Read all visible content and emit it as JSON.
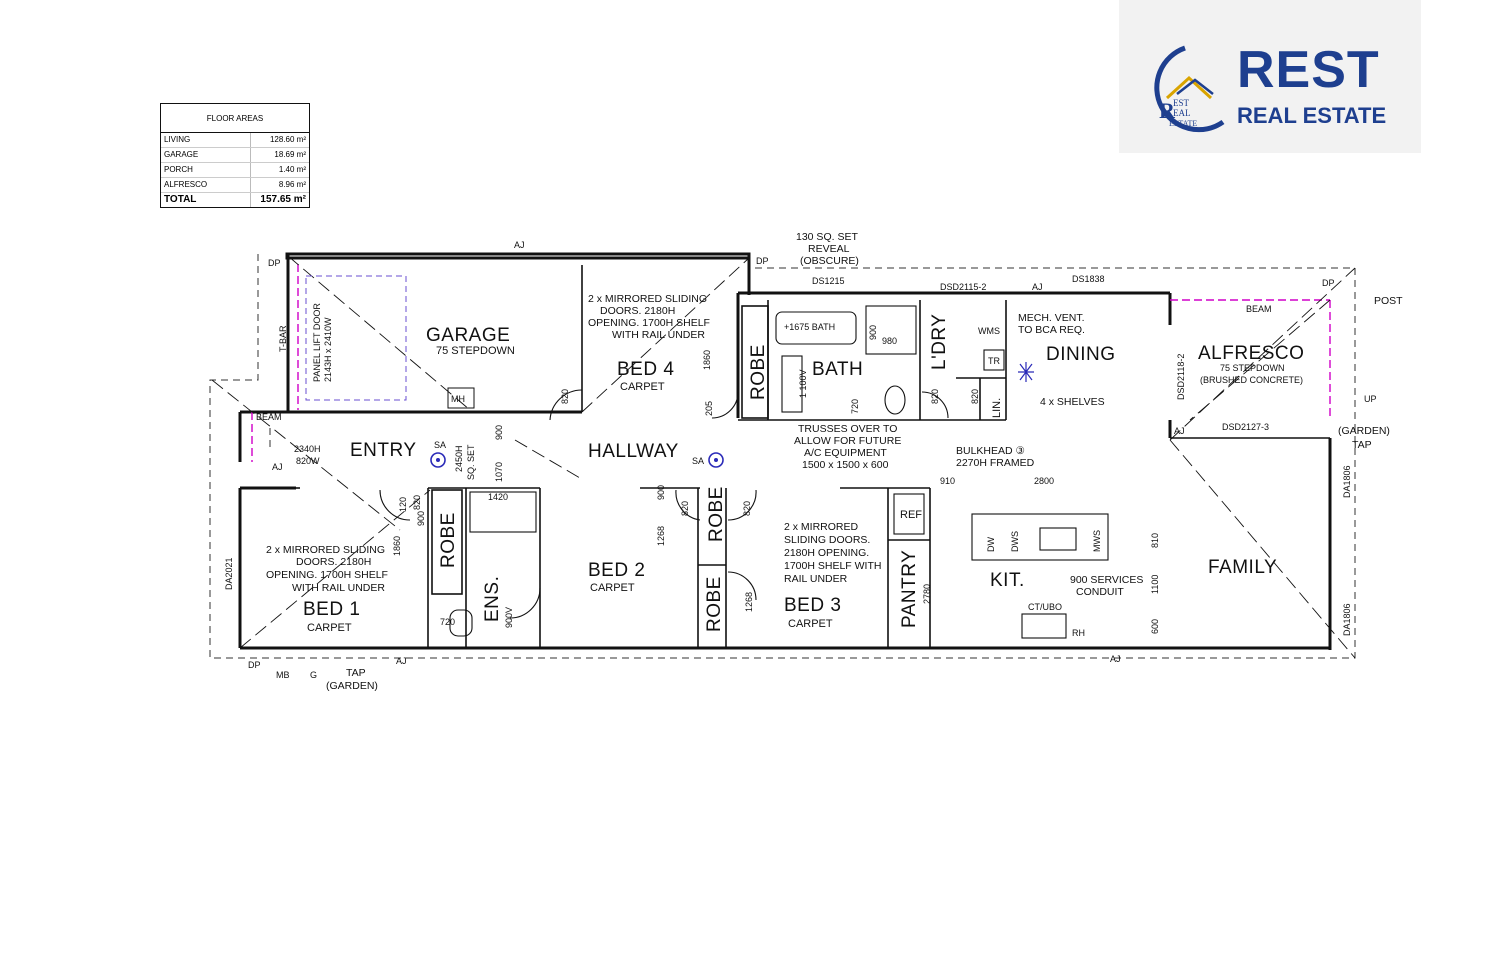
{
  "floor_areas": {
    "title": "FLOOR AREAS",
    "rows": [
      {
        "name": "LIVING",
        "value": "128.60 m²"
      },
      {
        "name": "GARAGE",
        "value": "18.69 m²"
      },
      {
        "name": "PORCH",
        "value": "1.40 m²"
      },
      {
        "name": "ALFRESCO",
        "value": "8.96 m²"
      }
    ],
    "total": {
      "name": "TOTAL",
      "value": "157.65 m²"
    }
  },
  "logo": {
    "word1": "REST",
    "word2": "REAL ESTATE",
    "mark_line1": "R",
    "mark_line2": "EST",
    "mark_line3": "EAL",
    "mark_line4": "ESTATE",
    "brand_color": "#1e3f8f",
    "accent_color": "#d9a400"
  },
  "rooms": {
    "garage": {
      "name": "GARAGE",
      "note": "75 STEPDOWN"
    },
    "bed4": {
      "name": "BED 4",
      "note": "CARPET"
    },
    "bath": {
      "name": "BATH"
    },
    "laundry": {
      "name": "L'DRY"
    },
    "dining": {
      "name": "DINING"
    },
    "alfresco": {
      "name": "ALFRESCO",
      "note1": "75 STEPDOWN",
      "note2": "(BRUSHED CONCRETE)"
    },
    "entry": {
      "name": "ENTRY"
    },
    "hallway": {
      "name": "HALLWAY"
    },
    "bed1": {
      "name": "BED 1",
      "note": "CARPET"
    },
    "ensuite": {
      "name": "ENS."
    },
    "bed2": {
      "name": "BED 2",
      "note": "CARPET"
    },
    "bed3": {
      "name": "BED 3",
      "note": "CARPET"
    },
    "pantry": {
      "name": "PANTRY"
    },
    "kitchen": {
      "name": "KIT."
    },
    "family": {
      "name": "FAMILY"
    },
    "robe": "ROBE",
    "linen": "LIN.",
    "ref": "REF"
  },
  "annotations": {
    "reveal": [
      "130 SQ. SET",
      "REVEAL",
      "(OBSCURE)"
    ],
    "bed4_robe": [
      "2 x MIRRORED SLIDING",
      "DOORS. 2180H",
      "OPENING. 1700H SHELF",
      "WITH RAIL UNDER"
    ],
    "bed1_robe": [
      "2 x MIRRORED SLIDING",
      "DOORS. 2180H",
      "OPENING. 1700H SHELF",
      "WITH RAIL UNDER"
    ],
    "bed3_robe": [
      "2 x MIRRORED",
      "SLIDING DOORS.",
      "2180H OPENING.",
      "1700H SHELF WITH",
      "RAIL UNDER"
    ],
    "mech_vent": [
      "MECH. VENT.",
      "TO BCA REQ."
    ],
    "shelves": "4 x SHELVES",
    "trusses": [
      "TRUSSES OVER TO",
      "ALLOW FOR FUTURE",
      "A/C EQUIPMENT",
      "1500 x 1500 x 600"
    ],
    "bulkhead": [
      "BULKHEAD ③",
      "2270H FRAMED"
    ],
    "services": [
      "900 SERVICES",
      "CONDUIT"
    ],
    "panel_door": [
      "PANEL LIFT DOOR",
      "2143H x 2410W"
    ],
    "entry_door": [
      "2340H",
      "820W"
    ],
    "bath_size": "+1675 BATH",
    "tap_garden": [
      "TAP",
      "(GARDEN)"
    ],
    "tap_garden2": [
      "(GARDEN)",
      "TAP"
    ],
    "post": "POST",
    "beam": "BEAM",
    "up": "UP",
    "tbar": "T-BAR",
    "mh": "MH",
    "sa": "SA",
    "ws": "WMS",
    "tr": "TR",
    "ct": "CT/UBO",
    "rh": "RH",
    "dw": "DW",
    "dws": "DWS",
    "mws": "MWS",
    "ds1215": "DS1215",
    "ds1838": "DS1838",
    "dsd2115": "DSD2115-2",
    "dsd2118": "DSD2118-2",
    "dsd2127": "DSD2127-3",
    "da1806a": "DA1806",
    "da1806b": "DA1806",
    "da2021": "DA2021",
    "dp": "DP",
    "aj": "AJ",
    "mb": "MB",
    "g": "G"
  },
  "dims": {
    "d820a": "820",
    "d820b": "820",
    "d820c": "820",
    "d820d": "820",
    "d820e": "820",
    "d820f": "820",
    "d1860a": "1860",
    "d1860b": "1860",
    "d2450": "2450H",
    "dsq": "SQ. SET",
    "d1070": "1070",
    "d900a": "900",
    "d900b": "900",
    "d900c": "900",
    "d1420": "1420",
    "d120": "120",
    "d1268a": "1268",
    "d1268b": "1268",
    "d910": "910",
    "d2800": "2800",
    "d810": "810",
    "d1100": "1100",
    "d600": "600",
    "d980": "980",
    "d720a": "720",
    "d720b": "720",
    "d1100v": "1 100V",
    "d900v": "900V",
    "d2780": "2780",
    "d205": "205",
    "d900bath": "900"
  }
}
